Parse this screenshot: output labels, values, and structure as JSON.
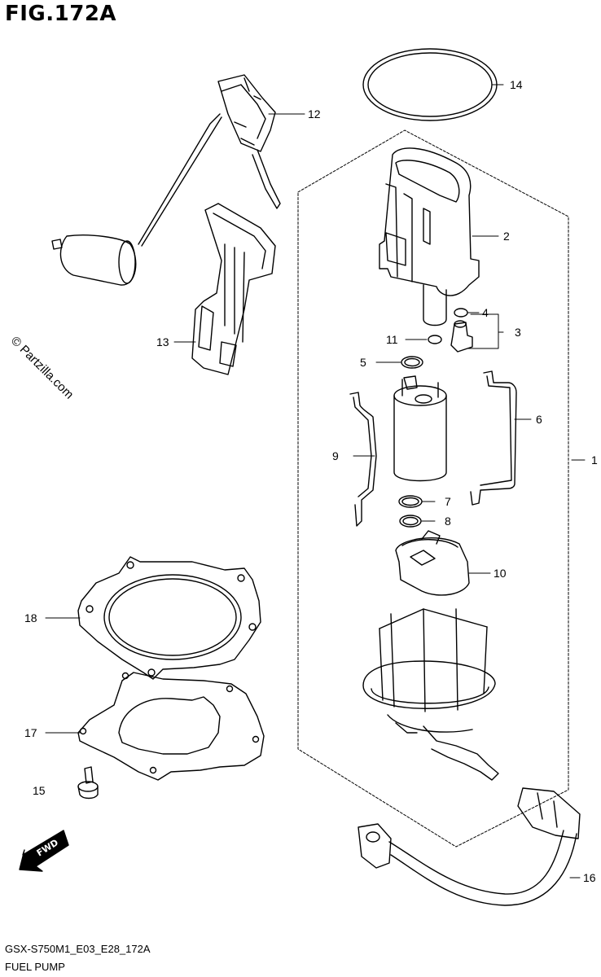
{
  "figure": {
    "title": "FIG.172A",
    "code": "GSX-S750M1_E03_E28_172A",
    "name": "FUEL PUMP"
  },
  "watermark": "© Partzilla.com",
  "direction_label": "FWD",
  "callouts": [
    {
      "id": "1",
      "label": "1"
    },
    {
      "id": "2",
      "label": "2"
    },
    {
      "id": "3",
      "label": "3"
    },
    {
      "id": "4",
      "label": "4"
    },
    {
      "id": "5",
      "label": "5"
    },
    {
      "id": "6",
      "label": "6"
    },
    {
      "id": "7",
      "label": "7"
    },
    {
      "id": "8",
      "label": "8"
    },
    {
      "id": "9",
      "label": "9"
    },
    {
      "id": "10",
      "label": "10"
    },
    {
      "id": "11",
      "label": "11"
    },
    {
      "id": "12",
      "label": "12"
    },
    {
      "id": "13",
      "label": "13"
    },
    {
      "id": "14",
      "label": "14"
    },
    {
      "id": "15",
      "label": "15"
    },
    {
      "id": "16",
      "label": "16"
    },
    {
      "id": "17",
      "label": "17"
    },
    {
      "id": "18",
      "label": "18"
    }
  ]
}
